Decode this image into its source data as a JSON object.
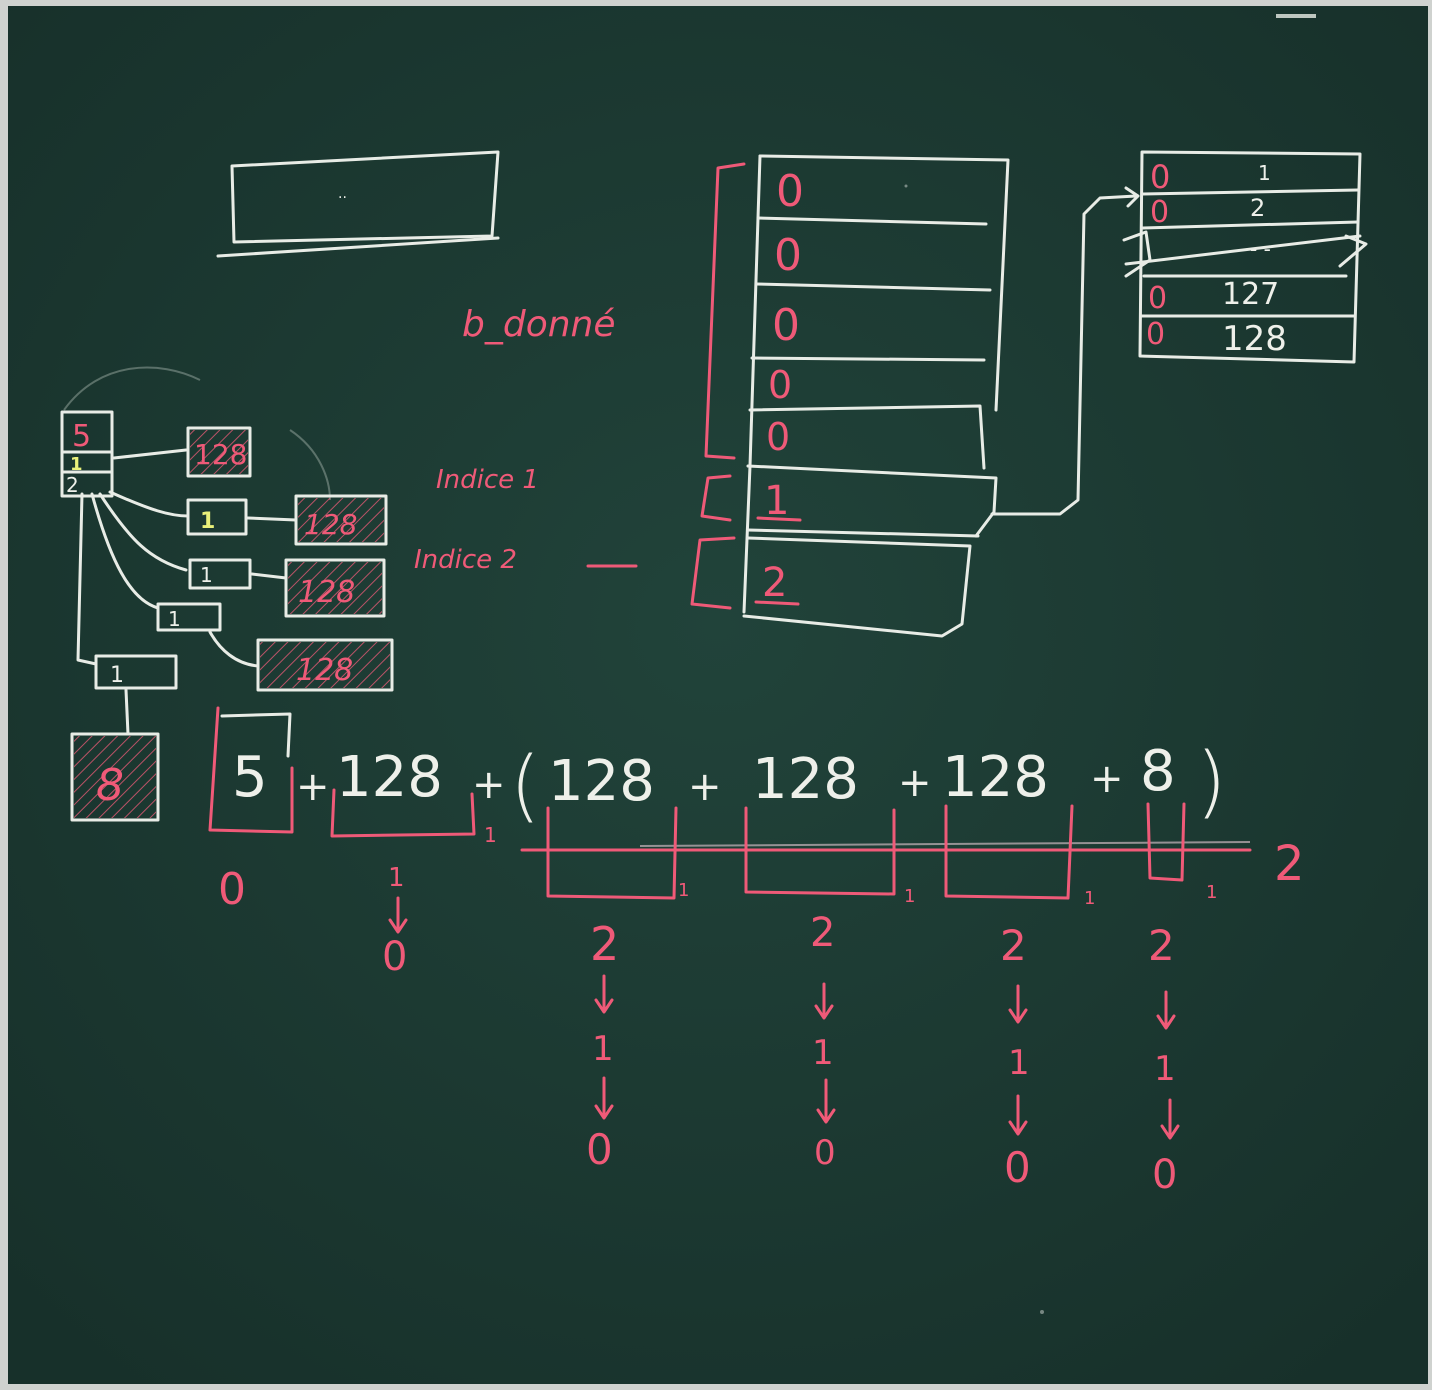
{
  "board": {
    "colors": {
      "background": "#1d3a2f",
      "chalk_white": "#e8ece6",
      "chalk_pink": "#ef5a78",
      "chalk_yellow": "#e9f07a"
    },
    "top_box_text": "..",
    "bdonnee_label": "b_donné",
    "indice1_label": "Indice 1",
    "indice2_label": "Indice 2",
    "main_table": {
      "cells": [
        "0",
        "0",
        "0",
        "0",
        "0",
        "1",
        "2"
      ]
    },
    "right_table": {
      "rows": [
        {
          "left": "0",
          "right": "1"
        },
        {
          "left": "0",
          "right": "2"
        },
        {
          "left": "",
          "right": "- -"
        },
        {
          "left": "0",
          "right": "127"
        },
        {
          "left": "0",
          "right": "128"
        }
      ]
    },
    "tree": {
      "root_cells": [
        "5",
        "1",
        "2"
      ],
      "level1": [
        "128"
      ],
      "indirect_cells": [
        "1",
        "1",
        "1",
        "1"
      ],
      "leaves": [
        "128",
        "128",
        "128"
      ],
      "bottom_leaf": "8"
    },
    "formula": {
      "terms": [
        "5",
        "+",
        "128",
        "+",
        "(",
        "128",
        "+",
        "128",
        "+",
        "128",
        "+",
        "8",
        ")"
      ],
      "under_labels": {
        "first": "0",
        "second_top": "1",
        "second_bottom": "0",
        "sub_tags": [
          "1",
          "1",
          "1",
          "1",
          "1"
        ],
        "line_label": "2",
        "column_sequence": [
          "2",
          "1",
          "0"
        ]
      }
    }
  }
}
